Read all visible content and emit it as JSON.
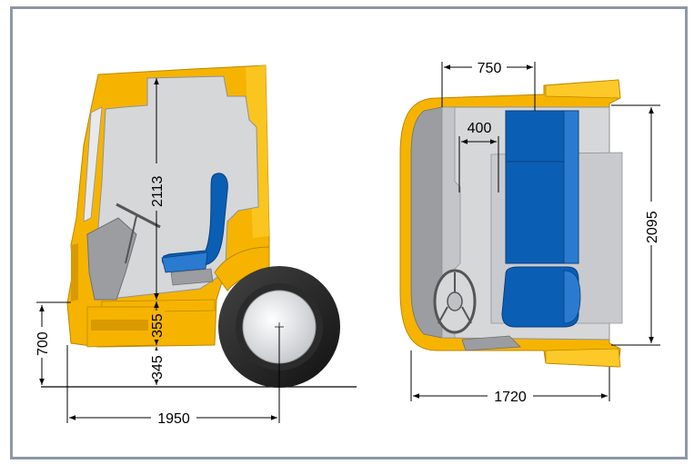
{
  "colors": {
    "frame_border": "#8e98a4",
    "cab_yellow": "#f6b400",
    "cab_yellow_dark": "#d99a00",
    "interior_gray": "#d6d7d9",
    "interior_gray_dark": "#9b9da1",
    "seat_blue": "#0a5fb4",
    "seat_blue_dark": "#063f7e",
    "tire_black": "#1a1a1a",
    "hub_silver": "#e6e6e6"
  },
  "side_view": {
    "interior_height": "2113",
    "step_height": "355",
    "ground_clearance": "345",
    "floor_height": "700",
    "length": "1950"
  },
  "top_view": {
    "seat_offset": "750",
    "wheel_offset": "400",
    "interior_length": "2095",
    "width": "1720"
  }
}
